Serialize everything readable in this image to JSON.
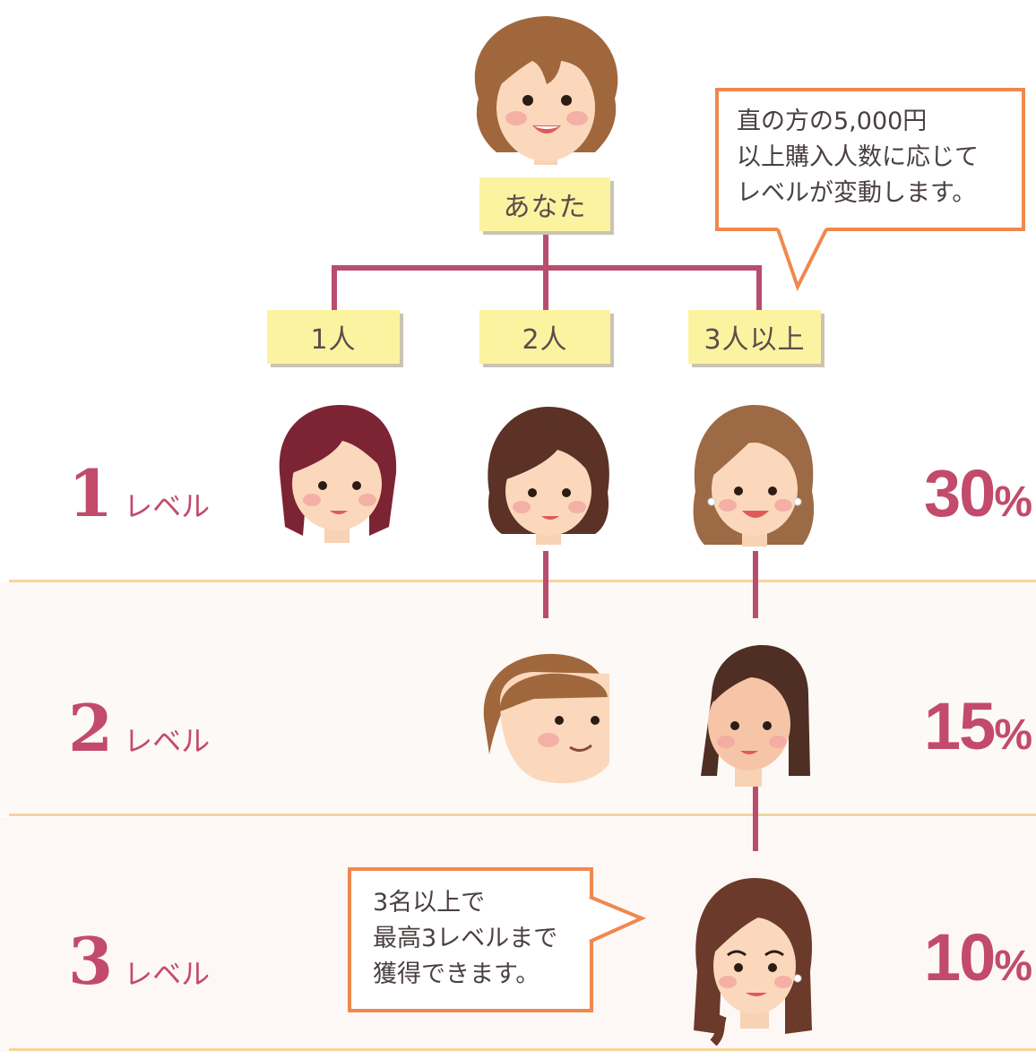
{
  "root": {
    "label": "あなた"
  },
  "branches": [
    {
      "label": "1人"
    },
    {
      "label": "2人"
    },
    {
      "label": "3人以上"
    }
  ],
  "callout_top": {
    "lines": [
      "直の方の5,000円",
      "以上購入人数に応じて",
      "レベルが変動します。"
    ]
  },
  "callout_bottom": {
    "lines": [
      "3名以上で",
      "最高3レベルまで",
      "獲得できます。"
    ]
  },
  "levels": [
    {
      "number": "1",
      "word": "レベル",
      "percent": "30",
      "percent_sign": "%"
    },
    {
      "number": "2",
      "word": "レベル",
      "percent": "15",
      "percent_sign": "%"
    },
    {
      "number": "3",
      "word": "レベル",
      "percent": "10",
      "percent_sign": "%"
    }
  ],
  "colors": {
    "accent": "#c24b6b",
    "connector": "#b84d6e",
    "label_box": "#fbf3a0",
    "callout_border": "#f0884e",
    "divider": "#f5d59b"
  }
}
